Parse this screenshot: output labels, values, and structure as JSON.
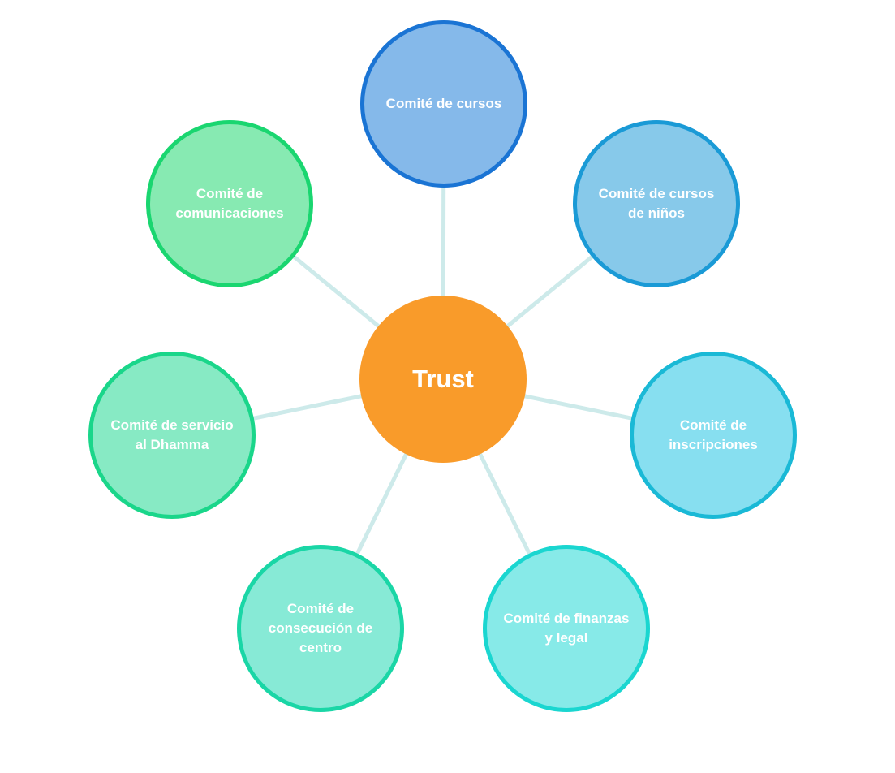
{
  "center": {
    "label": "Trust",
    "fill": "#f99b2a",
    "border": "#f99b2a"
  },
  "connector_color": "#cdeaea",
  "nodes": [
    {
      "label": "Comité de cursos",
      "fill": "#85b9ea",
      "border": "#1a74d4"
    },
    {
      "label": "Comité de cursos de niños",
      "fill": "#87c9ea",
      "border": "#1a9ad6"
    },
    {
      "label": "Comité de inscripciones",
      "fill": "#87dff0",
      "border": "#1ab9d6"
    },
    {
      "label": "Comité de finanzas y legal",
      "fill": "#87eae8",
      "border": "#1ad6d0"
    },
    {
      "label": "Comité de consecución de centro",
      "fill": "#87ead6",
      "border": "#1ad6a6"
    },
    {
      "label": "Comité de servicio al Dhamma",
      "fill": "#87eac4",
      "border": "#1ad68a"
    },
    {
      "label": "Comité de comunicaciones",
      "fill": "#87eab2",
      "border": "#1ad670"
    }
  ]
}
